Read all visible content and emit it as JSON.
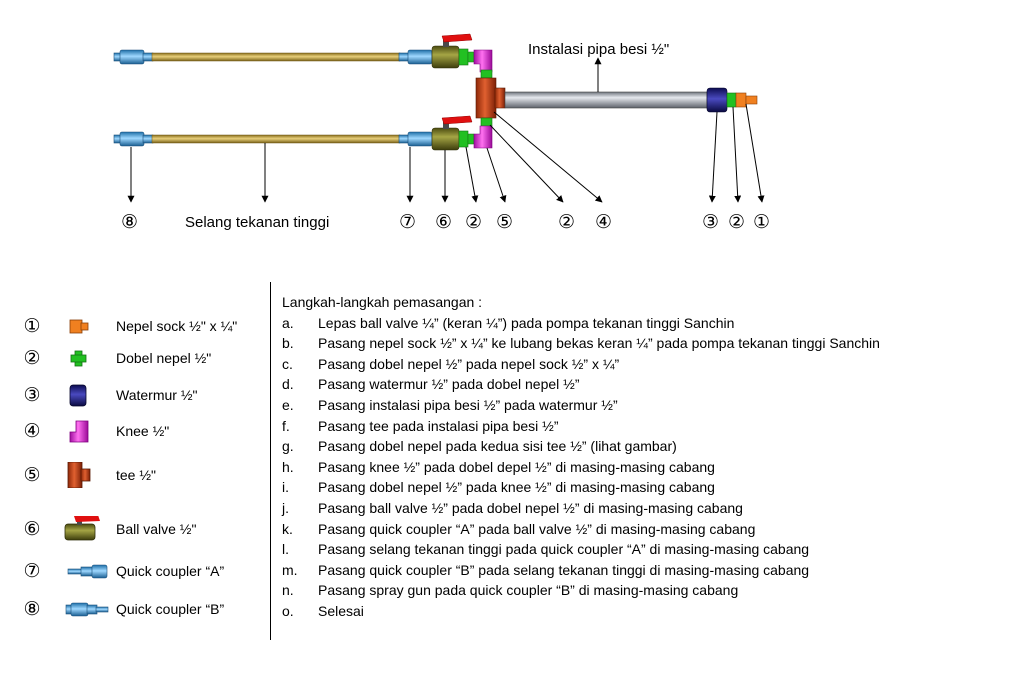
{
  "diagram": {
    "top_label": "Instalasi pipa besi ½\"",
    "hose_label": "Selang tekanan tinggi",
    "callouts": {
      "c8": "⑧",
      "c7": "⑦",
      "c6": "⑥",
      "c2a": "②",
      "c5": "⑤",
      "c2b": "②",
      "c4": "④",
      "c3": "③",
      "c2c": "②",
      "c1": "①"
    },
    "colors": {
      "hose": "#c9a646",
      "pipe": "#9ea4ad",
      "valve_body": "#7a7a22",
      "valve_handle": "#e01010",
      "knee": "#e020d0",
      "tee": "#c8401a",
      "nepel": "#22c022",
      "watermur": "#20208a",
      "nepel_sock": "#f08020",
      "coupler": "#5ab4e8"
    }
  },
  "legend": [
    {
      "num": "①",
      "label": "Nepel sock ½\" x ¼\"",
      "icon": "nepel-sock-icon"
    },
    {
      "num": "②",
      "label": "Dobel nepel ½\"",
      "icon": "dobel-nepel-icon"
    },
    {
      "num": "③",
      "label": "Watermur ½\"",
      "icon": "watermur-icon"
    },
    {
      "num": "④",
      "label": "Knee ½\"",
      "icon": "knee-icon"
    },
    {
      "num": "⑤",
      "label": "tee ½\"",
      "icon": "tee-icon"
    },
    {
      "num": "⑥",
      "label": "Ball valve ½\"",
      "icon": "ball-valve-icon"
    },
    {
      "num": "⑦",
      "label": "Quick coupler “A”",
      "icon": "quick-coupler-a-icon"
    },
    {
      "num": "⑧",
      "label": "Quick coupler “B”",
      "icon": "quick-coupler-b-icon"
    }
  ],
  "steps": {
    "title": "Langkah-langkah pemasangan :",
    "items": [
      {
        "letter": "a.",
        "text": "Lepas ball valve ¼” (keran ¼”) pada pompa tekanan tinggi Sanchin"
      },
      {
        "letter": "b.",
        "text": "Pasang nepel sock ½” x ¼” ke lubang bekas keran ¼” pada pompa tekanan tinggi Sanchin"
      },
      {
        "letter": "c.",
        "text": "Pasang dobel nepel ½” pada nepel sock ½” x ¼”"
      },
      {
        "letter": "d.",
        "text": "Pasang watermur ½” pada dobel nepel ½”"
      },
      {
        "letter": "e.",
        "text": "Pasang instalasi pipa besi ½” pada watermur ½”"
      },
      {
        "letter": "f.",
        "text": "Pasang tee pada instalasi pipa besi ½”"
      },
      {
        "letter": "g.",
        "text": "Pasang dobel nepel pada kedua sisi tee ½” (lihat gambar)"
      },
      {
        "letter": "h.",
        "text": "Pasang knee ½” pada dobel depel ½” di masing-masing cabang"
      },
      {
        "letter": "i.",
        "text": "Pasang dobel nepel ½” pada knee ½” di masing-masing cabang"
      },
      {
        "letter": "j.",
        "text": "Pasang ball valve ½” pada dobel nepel ½” di masing-masing cabang"
      },
      {
        "letter": "k.",
        "text": "Pasang quick coupler “A” pada ball valve ½” di masing-masing cabang"
      },
      {
        "letter": "l.",
        "text": "Pasang selang tekanan tinggi pada quick coupler “A” di masing-masing cabang"
      },
      {
        "letter": "m.",
        "text": "Pasang quick coupler “B” pada selang tekanan tinggi di masing-masing cabang"
      },
      {
        "letter": "n.",
        "text": "Pasang spray gun pada quick coupler “B” di masing-masing cabang"
      },
      {
        "letter": "o.",
        "text": "Selesai"
      }
    ]
  }
}
